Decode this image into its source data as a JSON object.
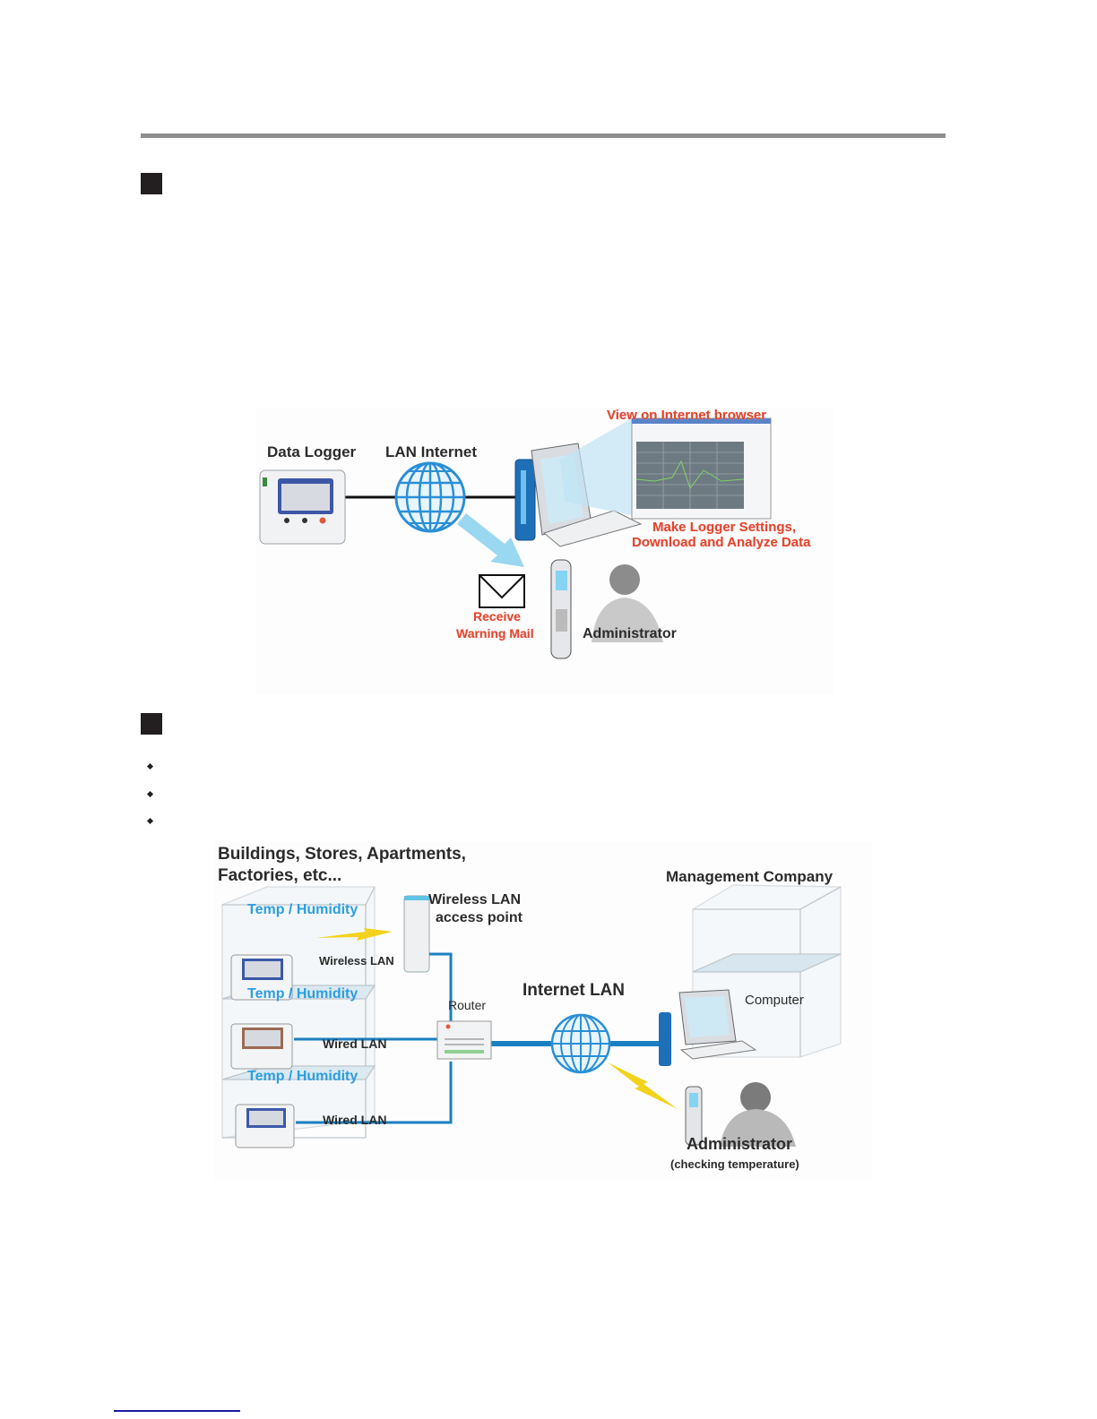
{
  "figure1": {
    "labels": {
      "data_logger": "Data Logger",
      "lan_internet": "LAN Internet",
      "view_browser": "View on Internet browser",
      "make_settings_line1": "Make Logger Settings,",
      "make_settings_line2": "Download and Analyze Data",
      "receive_line1": "Receive",
      "receive_line2": "Warning Mail",
      "administrator": "Administrator"
    }
  },
  "figure2": {
    "labels": {
      "title_line1": "Buildings, Stores, Apartments,",
      "title_line2": "Factories, etc...",
      "temp_humidity": [
        "Temp / Humidity",
        "Temp / Humidity",
        "Temp / Humidity"
      ],
      "wireless_ap_line1": "Wireless LAN",
      "wireless_ap_line2": "access point",
      "wireless_lan": "Wireless LAN",
      "wired_lan": [
        "Wired LAN",
        "Wired LAN"
      ],
      "router": "Router",
      "internet_lan": "Internet LAN",
      "management_company": "Management Company",
      "computer": "Computer",
      "administrator": "Administrator",
      "administrator_note": "(checking temperature)"
    }
  },
  "colors": {
    "accent_blue": "#1a7fc0",
    "label_blue": "#2a9ee0",
    "label_red": "#e2452f",
    "rule_gray": "#8e8e8e"
  }
}
